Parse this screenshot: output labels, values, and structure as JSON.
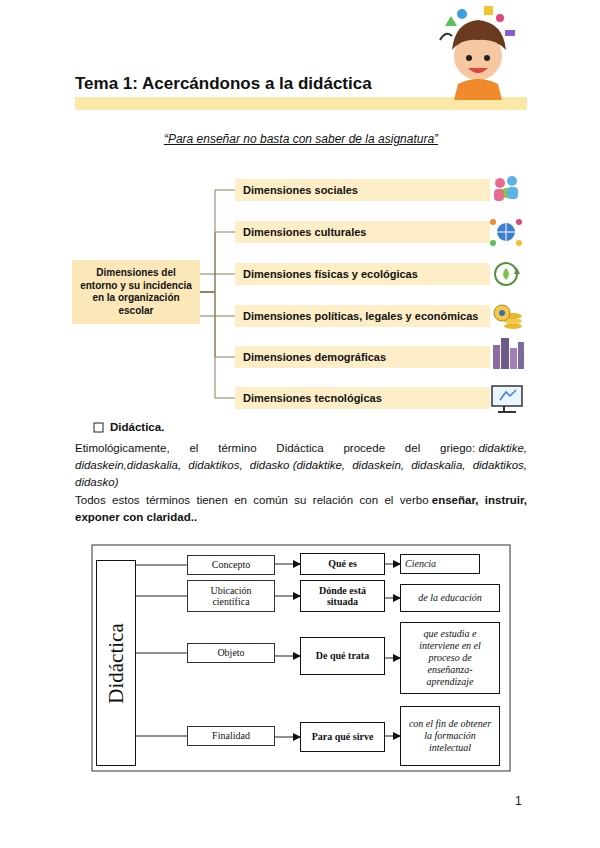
{
  "diagram": {
    "title": "Tema 1: Acercándonos a la didáctica",
    "nodes": [
      {
        "text": [
          "Dimensiones del entorno y su incidencia en la organización escolar"
        ]
      },
      {
        "text": [
          "Dimensiones sociales"
        ]
      },
      {
        "text": [
          "Dimensiones culturales"
        ]
      },
      {
        "text": [
          "Dimensiones físicas y ecológicas"
        ]
      },
      {
        "text": [
          "Dimensiones políticas, legales y económicas"
        ]
      },
      {
        "text": [
          "Dimensiones demográficas"
        ]
      },
      {
        "text": [
          "Dimensiones tecnológicas"
        ]
      },
      {
        "text": [
          "Didáctica"
        ]
      },
      {
        "text": [
          "Concepto"
        ]
      },
      {
        "text": [
          "Qué es"
        ]
      },
      {
        "text": [
          "Ciencia"
        ]
      },
      {
        "text": [
          "Ubicación científica"
        ]
      },
      {
        "text": [
          "Dónde está situada"
        ]
      },
      {
        "text": [
          "de la educación"
        ]
      },
      {
        "text": [
          "Objeto"
        ]
      },
      {
        "text": [
          "De qué trata"
        ]
      },
      {
        "text": [
          "que estudia e interviene en el proceso de enseñanza-aprendizaje"
        ]
      },
      {
        "text": [
          "Finalidad"
        ]
      },
      {
        "text": [
          "Para qué sirve"
        ]
      },
      {
        "text": [
          "con el fin de obtener la formación intelectual"
        ]
      }
    ],
    "edges": [
      {
        "from": 0,
        "to": 1,
        "arrow": "none"
      },
      {
        "from": 0,
        "to": 2,
        "arrow": "none"
      },
      {
        "from": 0,
        "to": 3,
        "arrow": "none"
      },
      {
        "from": 0,
        "to": 4,
        "arrow": "none"
      },
      {
        "from": 0,
        "to": 5,
        "arrow": "none"
      },
      {
        "from": 0,
        "to": 6,
        "arrow": "none"
      },
      {
        "from": 7,
        "to": 8,
        "arrow": "none"
      },
      {
        "from": 7,
        "to": 11,
        "arrow": "none"
      },
      {
        "from": 7,
        "to": 14,
        "arrow": "none"
      },
      {
        "from": 7,
        "to": 17,
        "arrow": "none"
      },
      {
        "from": 8,
        "to": 9,
        "arrow": "to"
      },
      {
        "from": 9,
        "to": 10,
        "arrow": "to"
      },
      {
        "from": 11,
        "to": 12,
        "arrow": "to"
      },
      {
        "from": 12,
        "to": 13,
        "arrow": "to"
      },
      {
        "from": 14,
        "to": 15,
        "arrow": "to"
      },
      {
        "from": 15,
        "to": 16,
        "arrow": "to"
      },
      {
        "from": 17,
        "to": 18,
        "arrow": "to"
      },
      {
        "from": 18,
        "to": 19,
        "arrow": "to"
      }
    ],
    "labels": [
      "“Para enseñar no basta con saber de la asignatura”",
      "Didáctica.",
      "Etimológicamente, el término Didáctica procede del griego:",
      "didaktike, didaskein,didaskalia, didaktikos, didasko",
      "(didaktike, didaskein, didaskalia, didaktikos, didasko)",
      "Todos estos términos tienen en común su relación con el verbo",
      "enseñar, instruir, exponer con claridad",
      "..",
      "1"
    ]
  }
}
